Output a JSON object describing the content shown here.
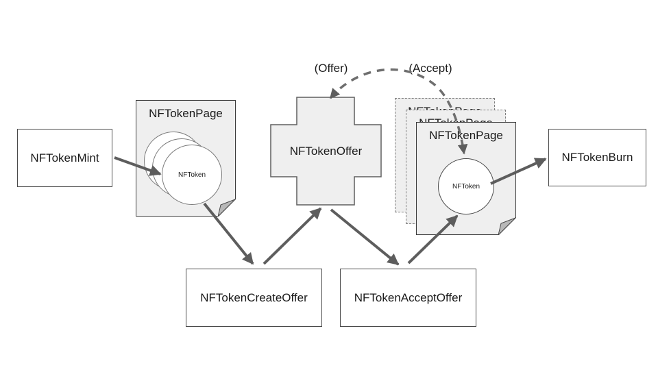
{
  "palette": {
    "background": "#ffffff",
    "page_fill": "#efefef",
    "page_border": "#3c3c3c",
    "dashed_border": "#7f7f7f",
    "box_border": "#4a4a4a",
    "arrow": "#5d5d5d",
    "dashed_arrow": "#6e6e6e",
    "fold_fill": "#b8b8b8",
    "text": "#1a1a1a"
  },
  "nodes": {
    "mint": {
      "label": "NFTokenMint"
    },
    "left_page": {
      "title": "NFTokenPage",
      "token": "NFToken"
    },
    "offer": {
      "label": "NFTokenOffer"
    },
    "stack_back": {
      "title": "NFTokenPage"
    },
    "stack_middle": {
      "title": "NFTokenPage"
    },
    "right_page": {
      "title": "NFTokenPage",
      "token": "NFToken"
    },
    "burn": {
      "label": "NFTokenBurn"
    },
    "create_offer": {
      "label": "NFTokenCreateOffer"
    },
    "accept_offer": {
      "label": "NFTokenAcceptOffer"
    }
  },
  "annotations": {
    "offer_label": "(Offer)",
    "accept_label": "(Accept)"
  }
}
